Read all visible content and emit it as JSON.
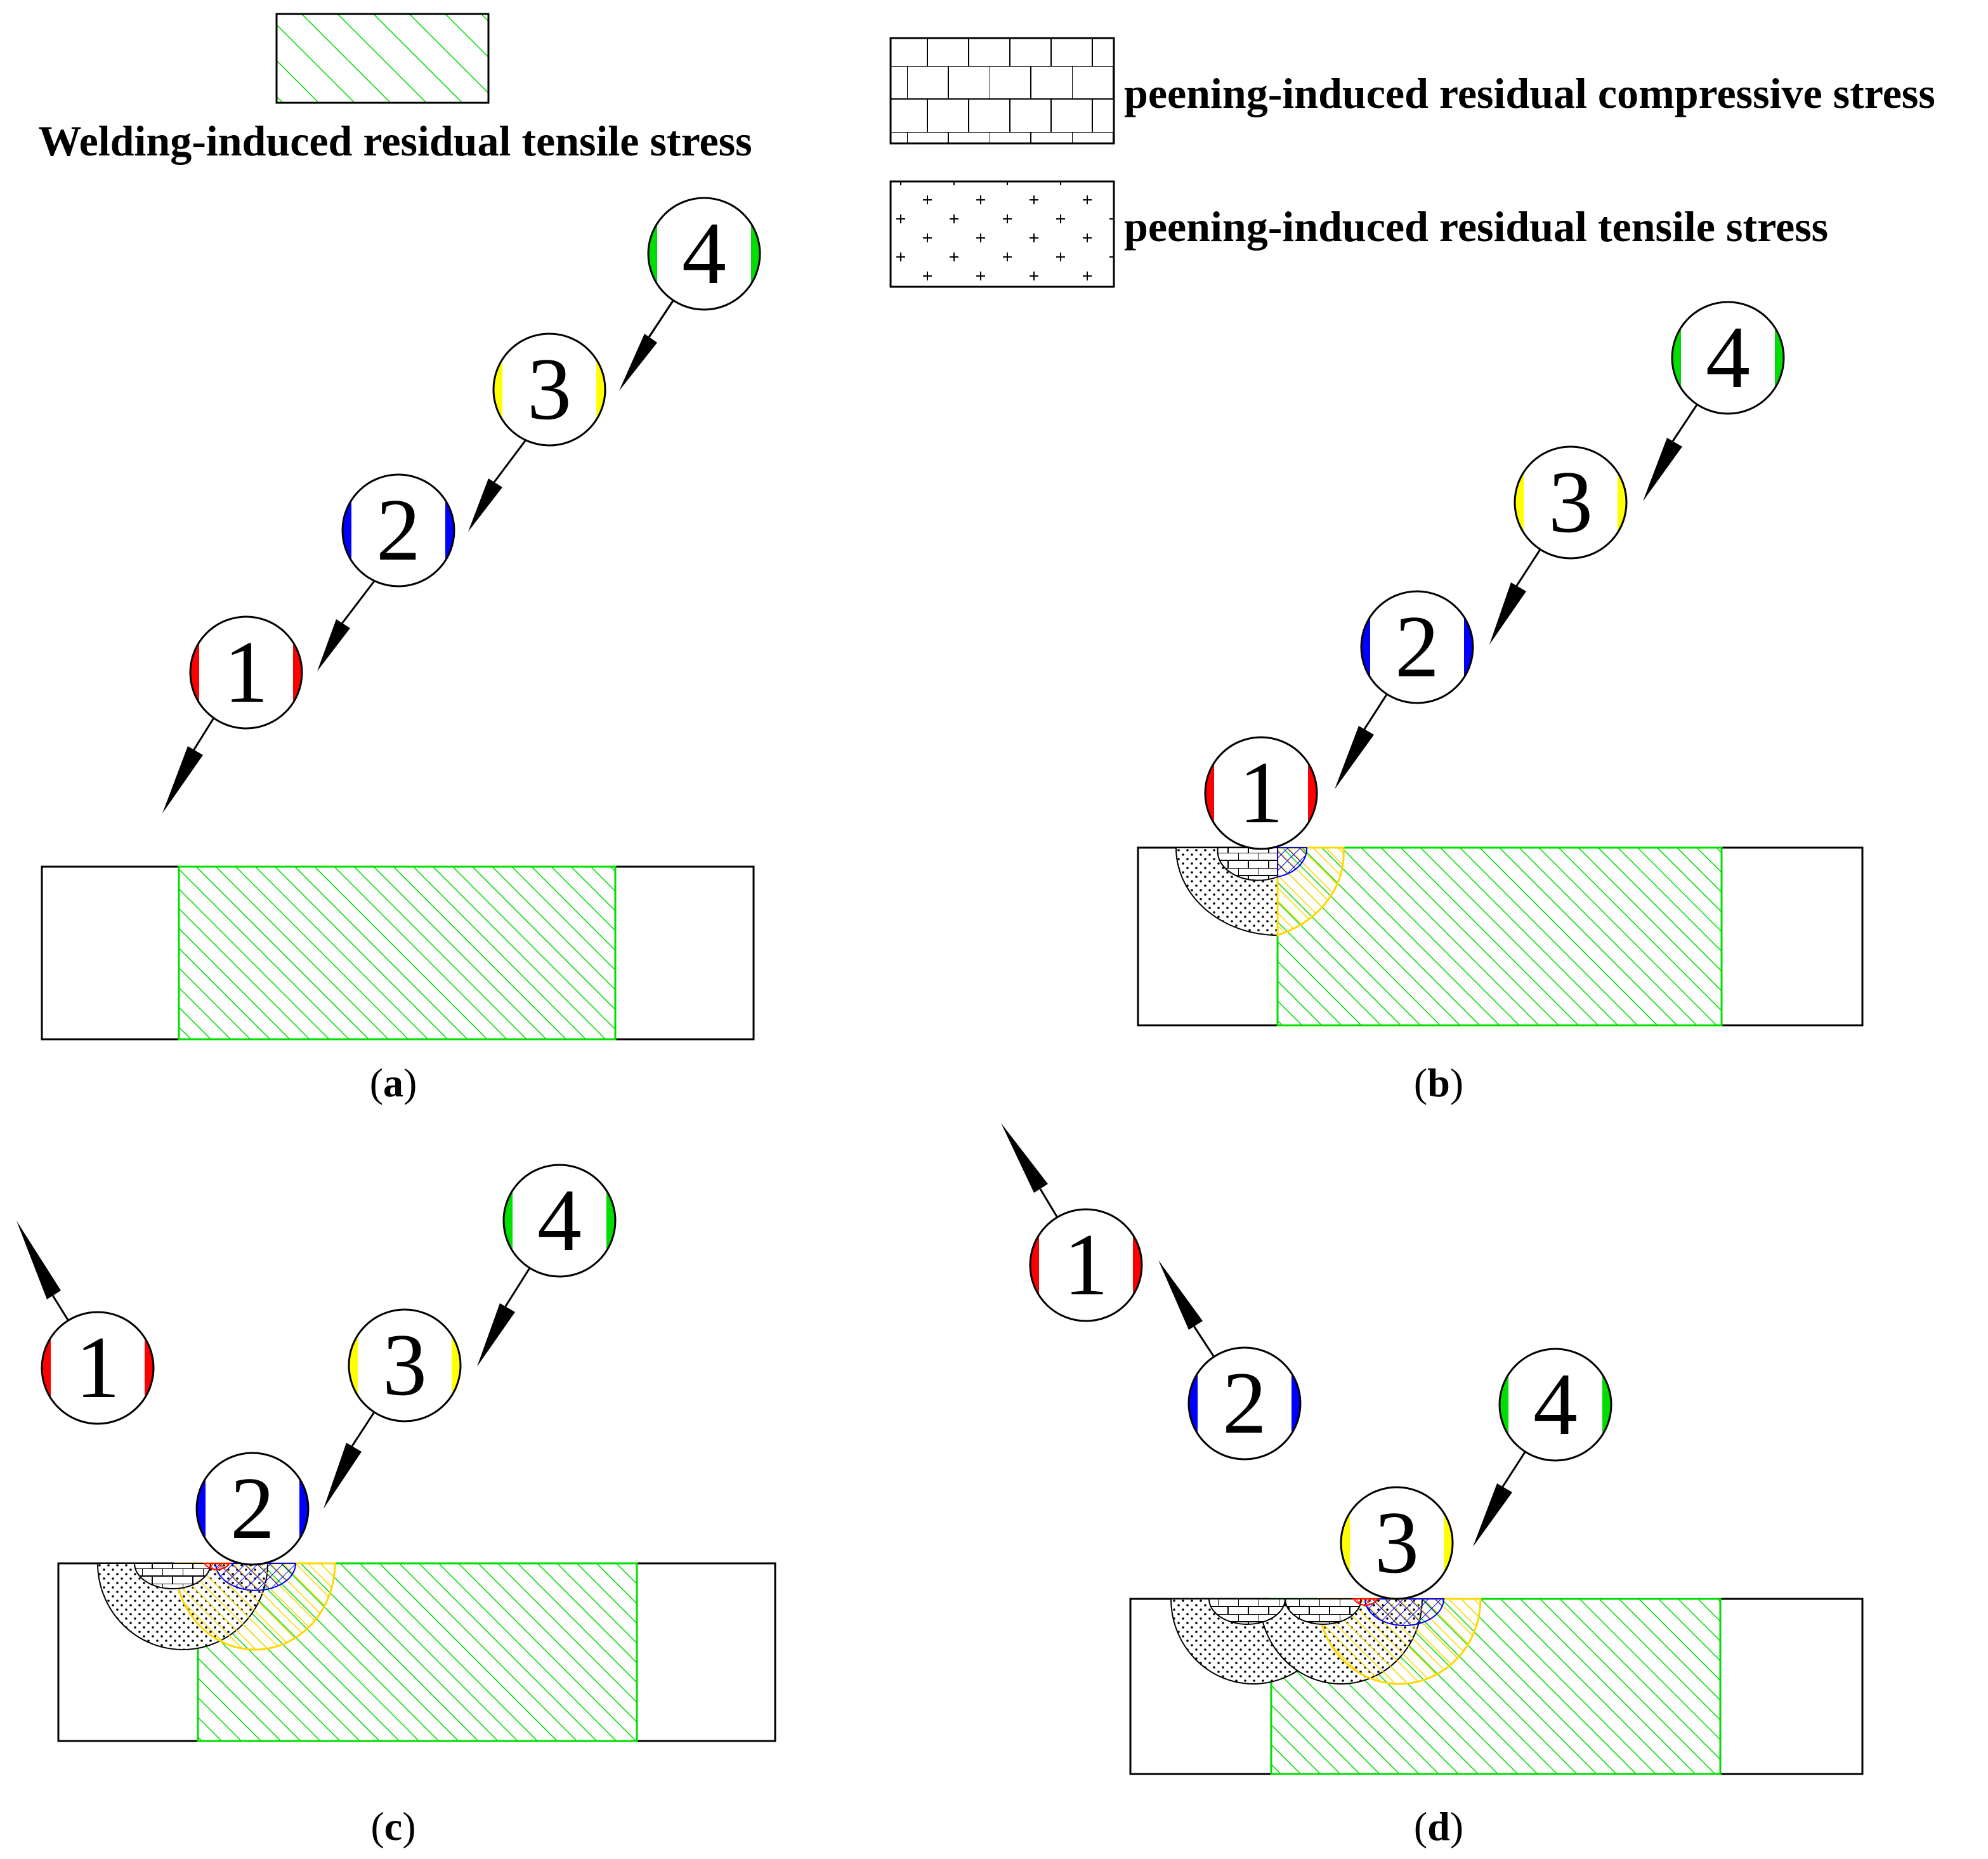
{
  "legend": {
    "welding_tensile": {
      "label": "Welding-induced residual tensile stress",
      "color": "#00dd00"
    },
    "peening_compressive": {
      "label": "peening-induced residual compressive stress"
    },
    "peening_tensile": {
      "label": "peening-induced residual tensile stress"
    }
  },
  "panels": [
    {
      "id": "a",
      "caption_open": "(",
      "caption_letter": "a",
      "caption_close": ")"
    },
    {
      "id": "b",
      "caption_open": "(",
      "caption_letter": "b",
      "caption_close": ")"
    },
    {
      "id": "c",
      "caption_open": "(",
      "caption_letter": "c",
      "caption_close": ")"
    },
    {
      "id": "d",
      "caption_open": "(",
      "caption_letter": "d",
      "caption_close": ")"
    }
  ],
  "balls": [
    {
      "number": "1",
      "color": "#ff0000"
    },
    {
      "number": "2",
      "color": "#0000ff"
    },
    {
      "number": "3",
      "color": "#ffff00"
    },
    {
      "number": "4",
      "color": "#00dd00"
    }
  ],
  "colors": {
    "outline": "#000000",
    "small_red_zone": "#ff0000",
    "blue_zone": "#0000ff",
    "yellow_zone": "#ffd700"
  }
}
